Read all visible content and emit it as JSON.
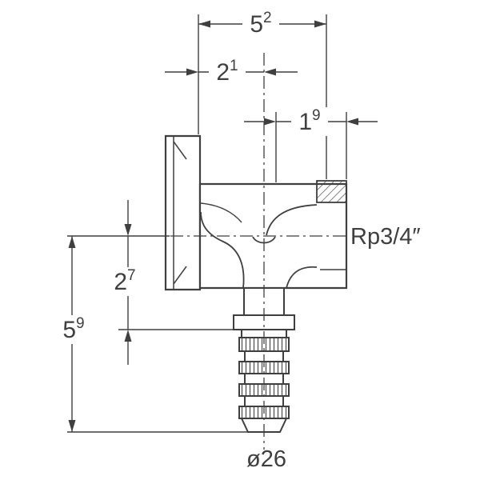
{
  "dimensions": {
    "top_width": {
      "main": "5",
      "sup": "2"
    },
    "left_offset": {
      "main": "2",
      "sup": "1"
    },
    "right_offset": {
      "main": "1",
      "sup": "9"
    },
    "upper_depth": {
      "main": "2",
      "sup": "7"
    },
    "total_depth": {
      "main": "5",
      "sup": "9"
    }
  },
  "labels": {
    "thread": "Rp3/4″",
    "diameter": "ø26"
  },
  "colors": {
    "ink": "#3f3f3f",
    "background": "#ffffff"
  }
}
